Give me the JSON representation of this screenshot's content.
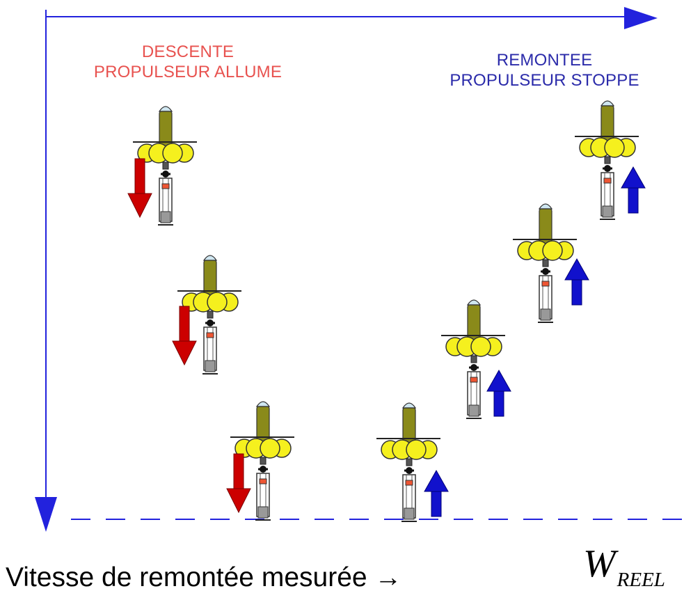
{
  "labels": {
    "descent_line1": "DESCENTE",
    "descent_line2": "PROPULSEUR ALLUME",
    "ascent_line1": "REMONTEE",
    "ascent_line2": "PROPULSEUR STOPPE",
    "caption": "Vitesse de remontée mesurée →",
    "w_symbol": "W",
    "w_subscript": "REEL"
  },
  "colors": {
    "axis": "#2222dd",
    "descent_arrow": "#cc0000",
    "ascent_arrow": "#1111cc",
    "float": "#f5f01e",
    "body": "#8a8a1a",
    "descent_text": "#e8524f",
    "ascent_text": "#2b2baa"
  },
  "phases": {
    "descent": {
      "floats": 3,
      "direction": "down"
    },
    "ascent": {
      "floats": 4,
      "direction": "up"
    }
  }
}
